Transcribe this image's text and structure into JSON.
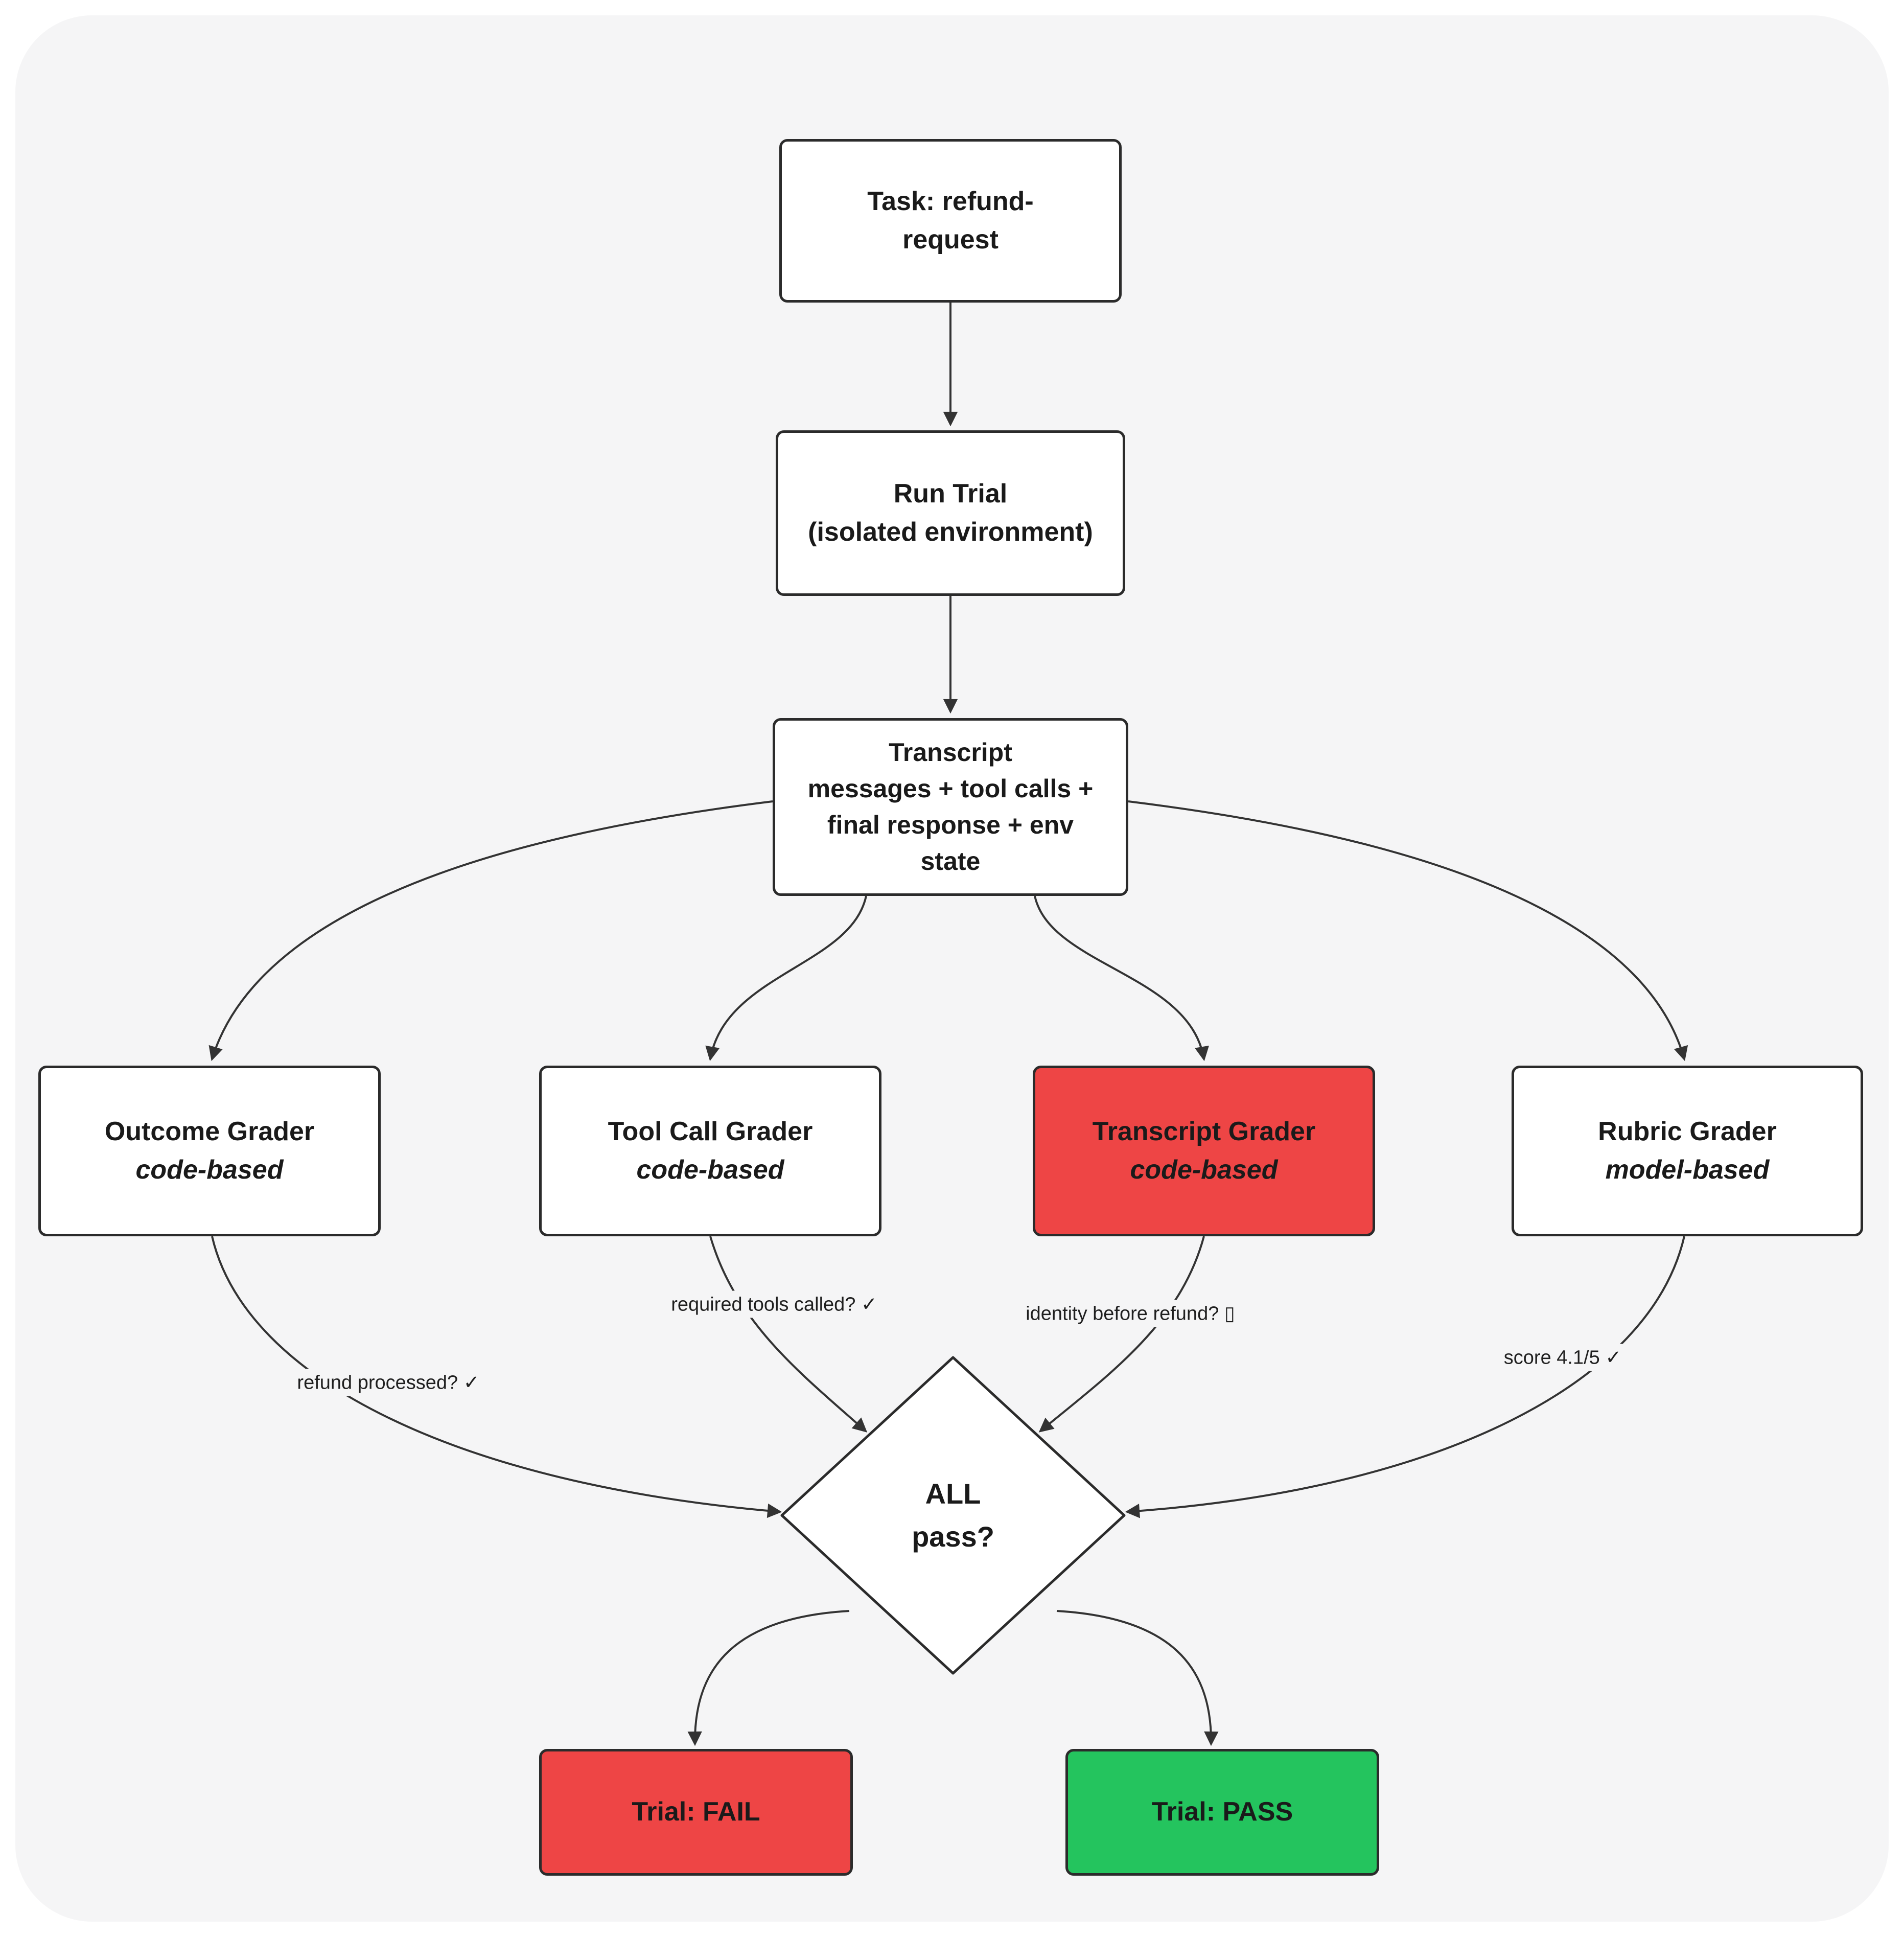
{
  "colors": {
    "outer_background": "#ffffff",
    "panel_background": "#f5f5f6",
    "node_border": "#2b2b2b",
    "edge_stroke": "#333333",
    "fail_red": "#ee4545",
    "pass_green": "#24c45e",
    "node_fill": "#ffffff",
    "text": "#1a1a1a"
  },
  "nodes": {
    "task": {
      "line1": "Task: refund-",
      "line2": "request"
    },
    "run": {
      "line1": "Run Trial",
      "line2": "(isolated environment)"
    },
    "transcript": {
      "line1": "Transcript",
      "line2": "messages + tool calls +",
      "line3": "final response + env",
      "line4": "state"
    },
    "outcome": {
      "title": "Outcome Grader",
      "subtitle": "code-based"
    },
    "toolcall": {
      "title": "Tool Call Grader",
      "subtitle": "code-based"
    },
    "transgrader": {
      "title": "Transcript Grader",
      "subtitle": "code-based"
    },
    "rubric": {
      "title": "Rubric Grader",
      "subtitle": "model-based"
    },
    "decision": {
      "line1": "ALL",
      "line2": "pass?"
    },
    "fail": {
      "label": "Trial: FAIL"
    },
    "pass": {
      "label": "Trial: PASS"
    }
  },
  "edge_labels": {
    "refund": "refund processed? ✓",
    "tools": "required tools called? ✓",
    "identity": "identity before refund? ▯",
    "score": "score 4.1/5 ✓"
  }
}
